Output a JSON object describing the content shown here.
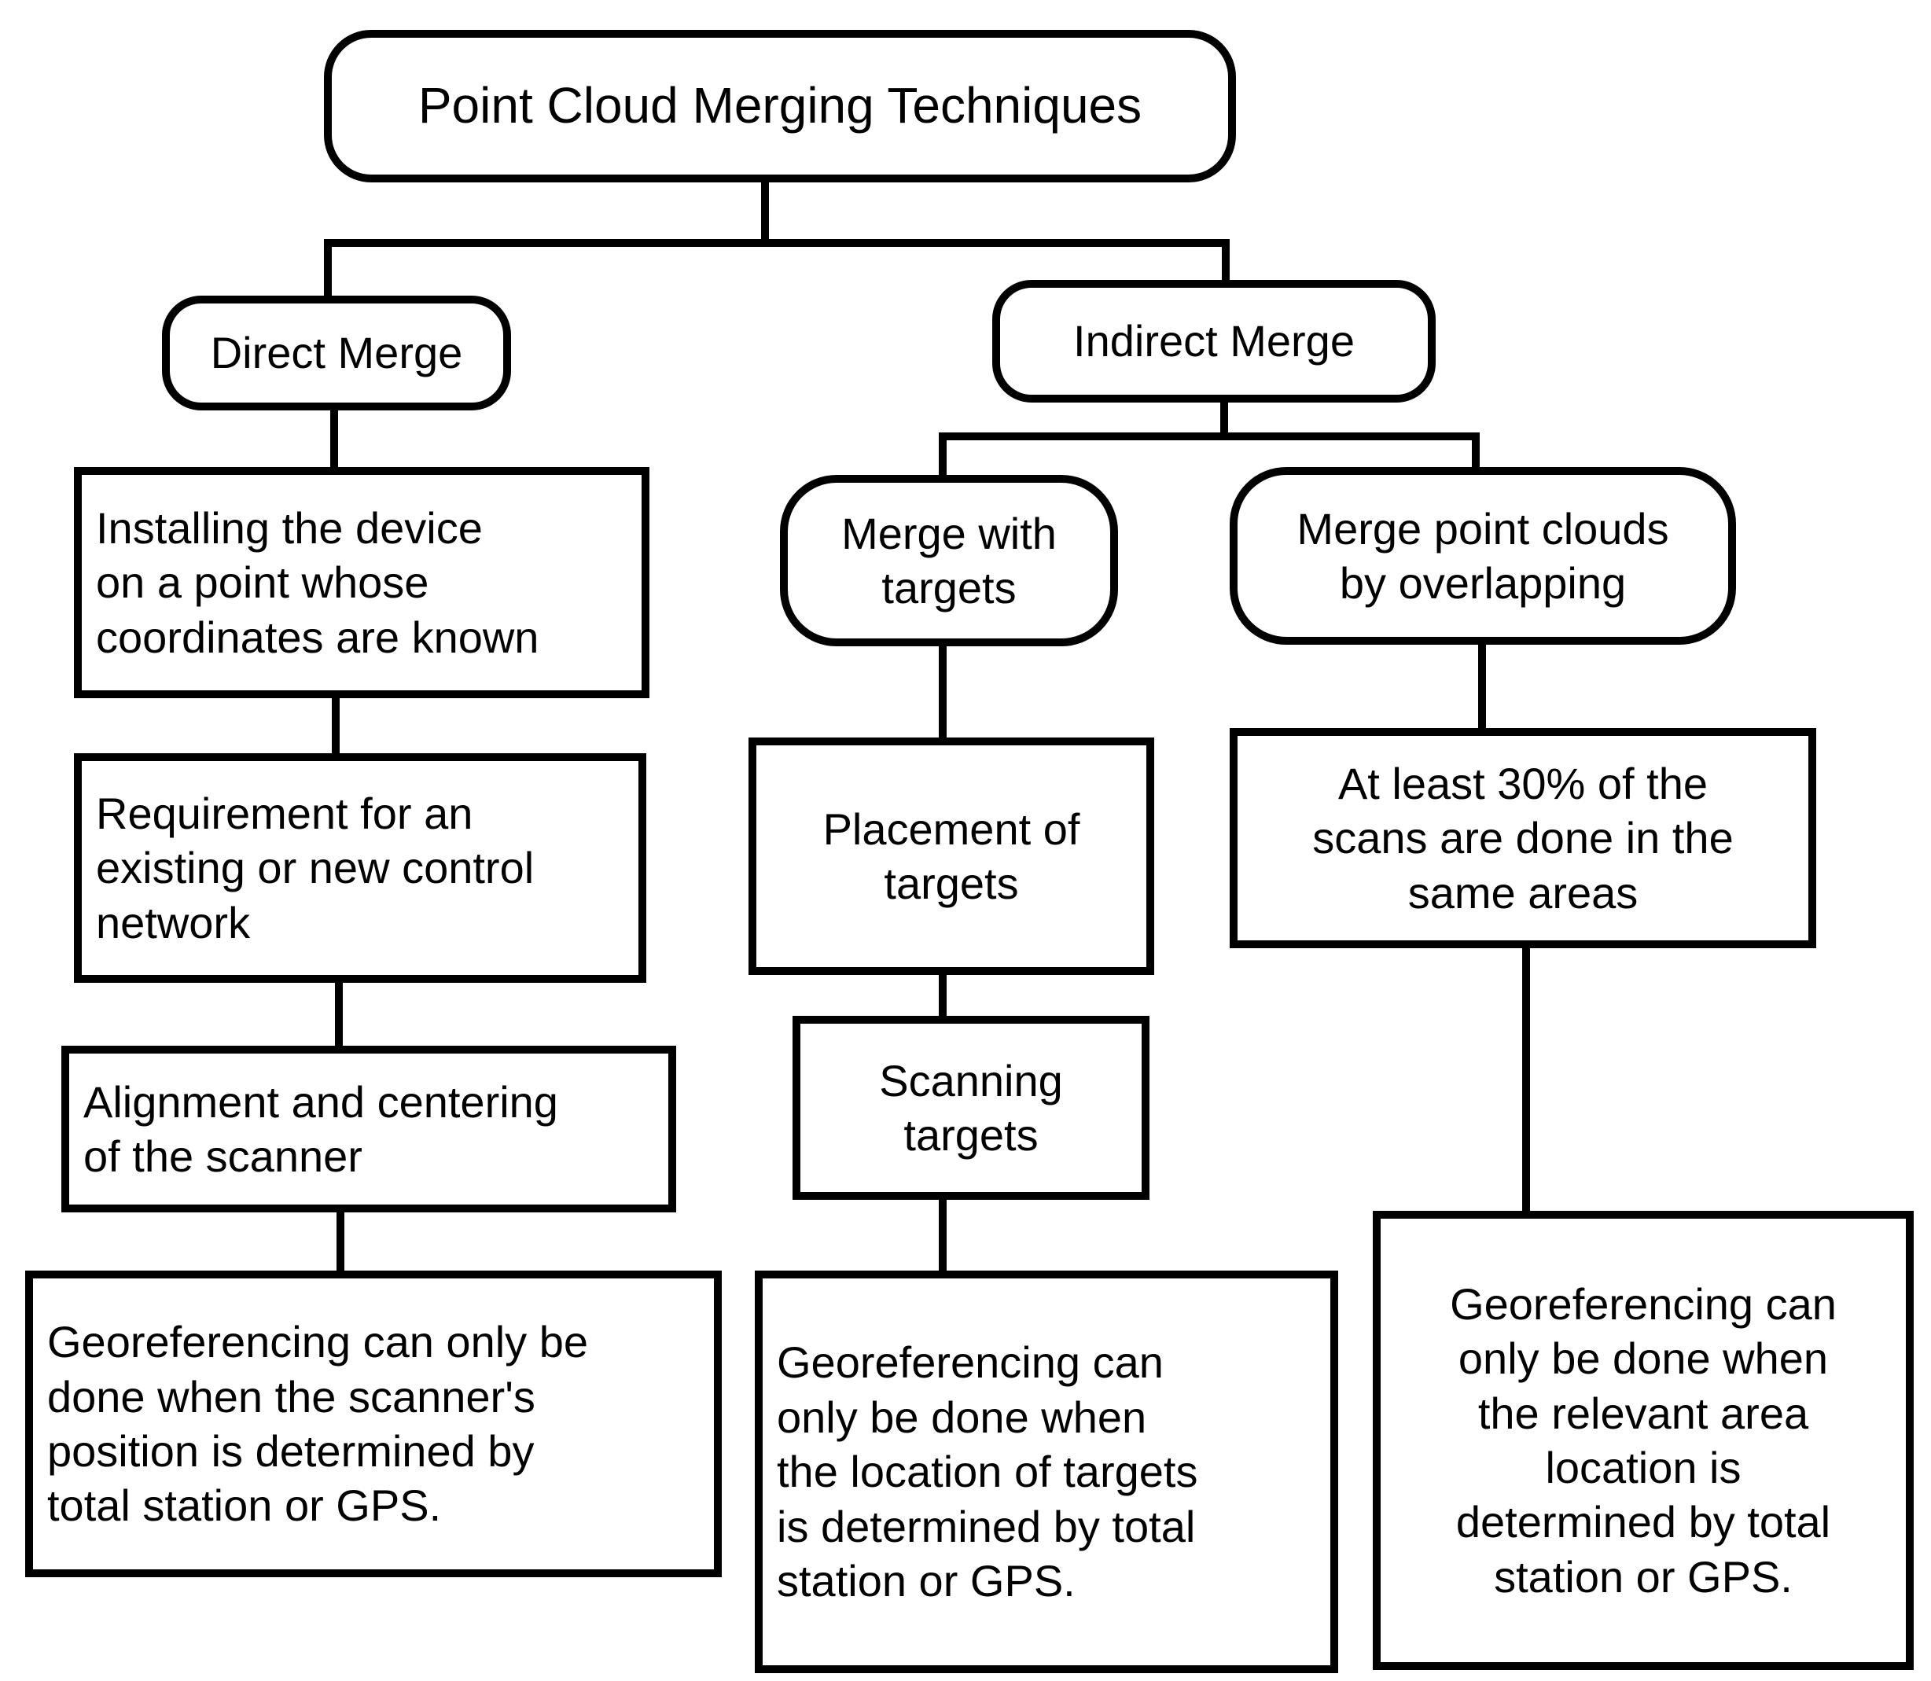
{
  "diagram": {
    "background_color": "#ffffff",
    "stroke_color": "#000000",
    "text_color": "#000000",
    "nodes": {
      "root": {
        "label": "Point Cloud Merging Techniques",
        "shape": "rounded"
      },
      "direct_merge": {
        "label": "Direct Merge",
        "shape": "rounded"
      },
      "indirect_merge": {
        "label": "Indirect Merge",
        "shape": "rounded"
      },
      "merge_with_targets": {
        "label": "Merge with\ntargets",
        "shape": "rounded"
      },
      "merge_by_overlapping": {
        "label": "Merge point clouds\nby overlapping",
        "shape": "rounded"
      },
      "installing_device": {
        "label": "Installing the device\non a point whose\ncoordinates are known",
        "shape": "rect"
      },
      "control_network": {
        "label": "Requirement for an\nexisting or new control\nnetwork",
        "shape": "rect"
      },
      "alignment_centering": {
        "label": "Alignment and centering\nof the scanner",
        "shape": "rect"
      },
      "georef_direct": {
        "label": "Georeferencing can only be\ndone when the scanner's\nposition is determined by\ntotal station or GPS.",
        "shape": "rect"
      },
      "placement_targets": {
        "label": "Placement of\ntargets",
        "shape": "rect"
      },
      "scanning_targets": {
        "label": "Scanning\ntargets",
        "shape": "rect"
      },
      "georef_targets": {
        "label": "Georeferencing can\nonly be done when\nthe location of targets\nis determined by total\nstation or GPS.",
        "shape": "rect"
      },
      "overlap_requirement": {
        "label": "At least 30% of the\nscans are done in the\nsame areas",
        "shape": "rect"
      },
      "georef_overlap": {
        "label": "Georeferencing can\nonly be done when\nthe relevant area\nlocation is\ndetermined by total\nstation or GPS.",
        "shape": "rect"
      }
    },
    "edges": [
      {
        "from": "root",
        "to": "direct_merge"
      },
      {
        "from": "root",
        "to": "indirect_merge"
      },
      {
        "from": "direct_merge",
        "to": "installing_device"
      },
      {
        "from": "installing_device",
        "to": "control_network"
      },
      {
        "from": "control_network",
        "to": "alignment_centering"
      },
      {
        "from": "alignment_centering",
        "to": "georef_direct"
      },
      {
        "from": "indirect_merge",
        "to": "merge_with_targets"
      },
      {
        "from": "indirect_merge",
        "to": "merge_by_overlapping"
      },
      {
        "from": "merge_with_targets",
        "to": "placement_targets"
      },
      {
        "from": "placement_targets",
        "to": "scanning_targets"
      },
      {
        "from": "scanning_targets",
        "to": "georef_targets"
      },
      {
        "from": "merge_by_overlapping",
        "to": "overlap_requirement"
      },
      {
        "from": "overlap_requirement",
        "to": "georef_overlap"
      }
    ]
  }
}
